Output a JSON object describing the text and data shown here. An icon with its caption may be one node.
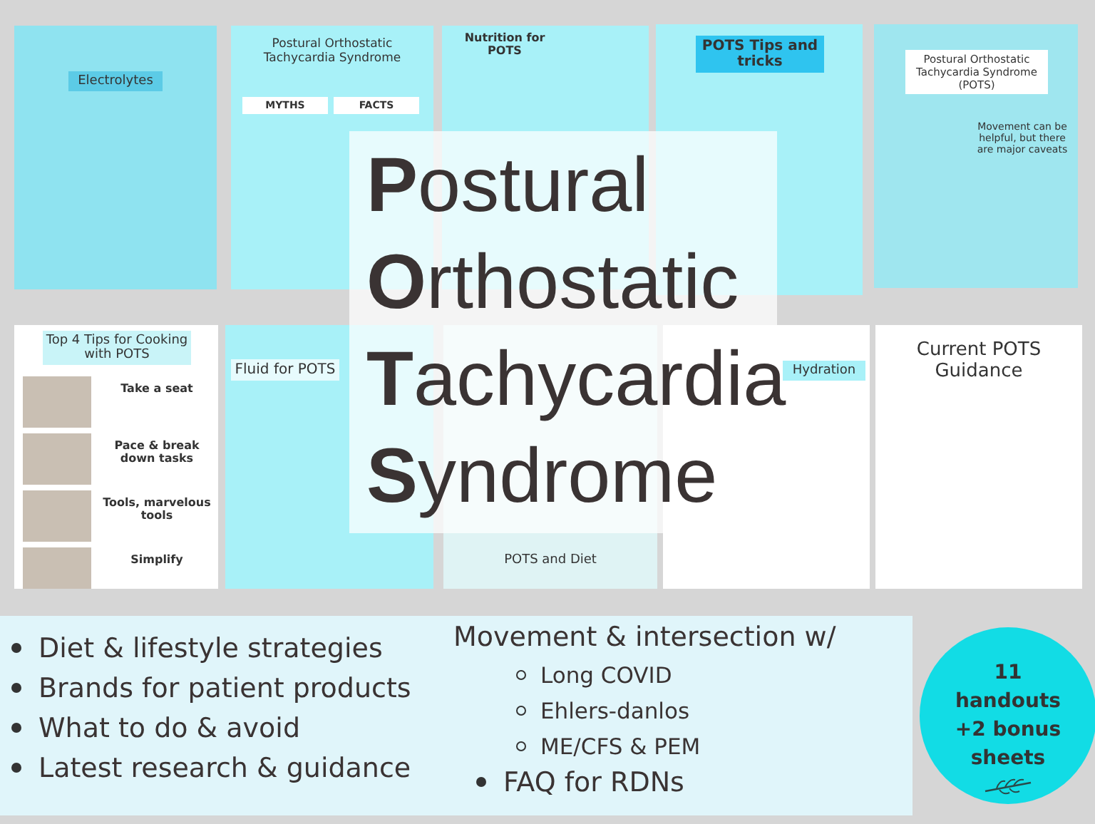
{
  "diagram": {
    "title": "**P**ostural **O**rthostatic **T**achycardia **S**yndrome",
    "nodes": [
      {
        "text": [
          "Electrolytes"
        ]
      },
      {
        "text": [
          "Postural Orthostatic Tachycardia Syndrome",
          "MYTHS",
          "FACTS"
        ]
      },
      {
        "text": [
          "Nutrition for POTS"
        ]
      },
      {
        "text": [
          "POTS Tips and tricks"
        ]
      },
      {
        "text": [
          "Postural Orthostatic Tachycardia Syndrome (POTS)",
          "Movement can be helpful, but there are major caveats"
        ]
      },
      {
        "text": [
          "Top 4 Tips for Cooking with POTS",
          "Take a seat",
          "Pace & break down tasks",
          "Tools, marvelous tools",
          "Simplify"
        ]
      },
      {
        "text": [
          "Fluid for POTS"
        ]
      },
      {
        "text": [
          "POTS and Diet"
        ]
      },
      {
        "text": [
          "Hydration"
        ]
      },
      {
        "text": [
          "Current POTS Guidance"
        ]
      },
      {
        "text": [
          "Diet & lifestyle strategies",
          "Brands for patient products",
          "What to do & avoid",
          "Latest research & guidance",
          "Movement & intersection w/",
          "Long COVID",
          "Ehlers-danlos",
          "ME/CFS & PEM",
          "FAQ for RDNs"
        ]
      },
      {
        "text": [
          "11 handouts +2 bonus sheets"
        ]
      }
    ]
  }
}
